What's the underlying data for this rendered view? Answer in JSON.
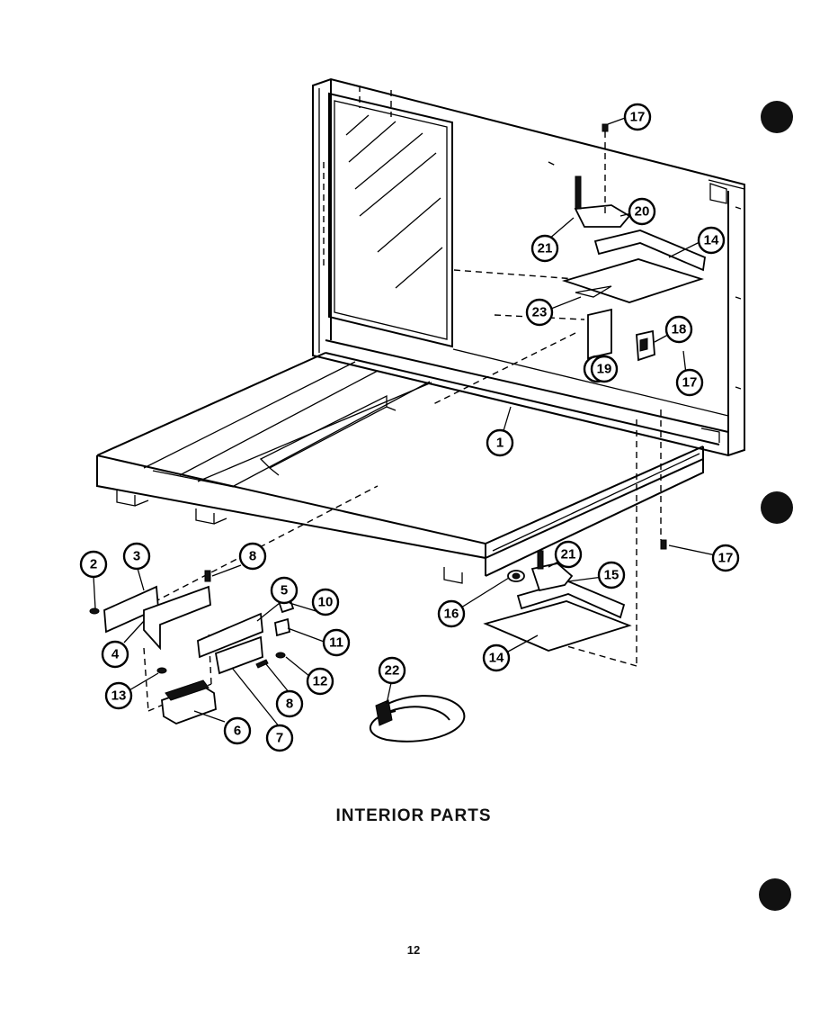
{
  "diagram": {
    "title": "INTERIOR PARTS",
    "page_number": "12",
    "callouts": [
      "1",
      "2",
      "3",
      "4",
      "5",
      "6",
      "7",
      "8",
      "8",
      "9",
      "10",
      "11",
      "12",
      "13",
      "14",
      "14",
      "15",
      "16",
      "17",
      "17",
      "17",
      "18",
      "19",
      "20",
      "21",
      "21",
      "22",
      "23"
    ]
  }
}
